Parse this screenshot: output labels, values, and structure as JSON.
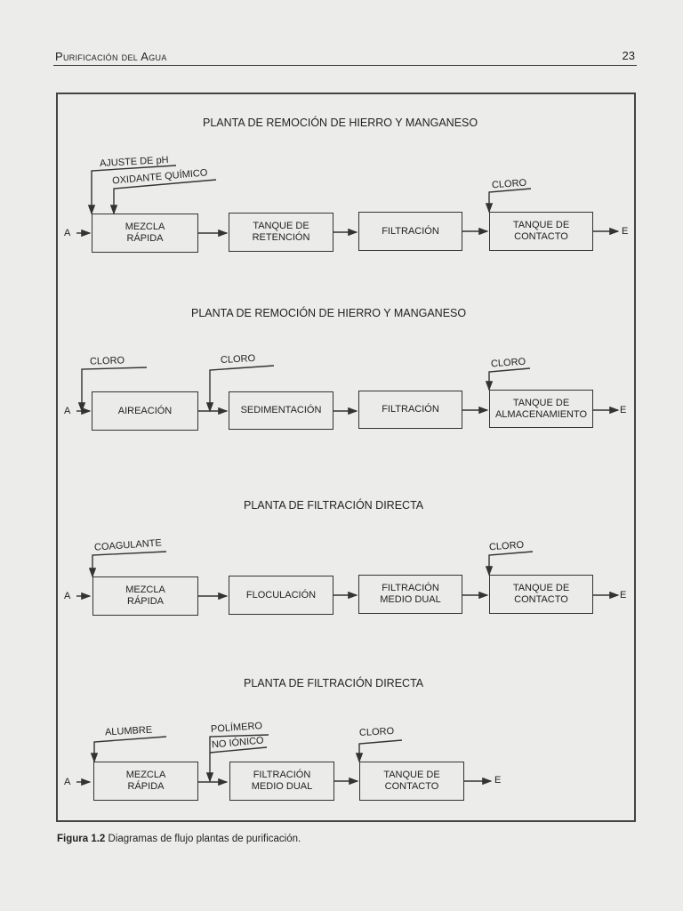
{
  "header": {
    "running_head": "Purificación del Agua",
    "page_number": "23"
  },
  "diagrams": [
    {
      "title": "PLANTA DE REMOCIÓN DE HIERRO Y MANGANESO",
      "input": "A",
      "output": "E",
      "boxes": [
        "MEZCLA\nRÁPIDA",
        "TANQUE DE\nRETENCIÓN",
        "FILTRACIÓN",
        "TANQUE DE\nCONTACTO"
      ],
      "additives": [
        "AJUSTE DE pH",
        "OXIDANTE QUÍMICO",
        "CLORO"
      ]
    },
    {
      "title": "PLANTA DE REMOCIÓN DE HIERRO Y MANGANESO",
      "input": "A",
      "output": "E",
      "boxes": [
        "AIREACIÓN",
        "SEDIMENTACIÓN",
        "FILTRACIÓN",
        "TANQUE DE\nALMACENAMIENTO"
      ],
      "additives": [
        "CLORO",
        "CLORO",
        "CLORO"
      ]
    },
    {
      "title": "PLANTA DE FILTRACIÓN DIRECTA",
      "input": "A",
      "output": "E",
      "boxes": [
        "MEZCLA\nRÁPIDA",
        "FLOCULACIÓN",
        "FILTRACIÓN\nMEDIO DUAL",
        "TANQUE DE\nCONTACTO"
      ],
      "additives": [
        "COAGULANTE",
        "CLORO"
      ]
    },
    {
      "title": "PLANTA DE FILTRACIÓN DIRECTA",
      "input": "A",
      "output": "E",
      "boxes": [
        "MEZCLA\nRÁPIDA",
        "FILTRACIÓN\nMEDIO DUAL",
        "TANQUE DE\nCONTACTO"
      ],
      "additives": [
        "ALUMBRE",
        "POLÍMERO",
        "NO IÓNICO",
        "CLORO"
      ]
    }
  ],
  "caption": {
    "label": "Figura 1.2",
    "text": " Diagramas de flujo plantas de purificación."
  }
}
